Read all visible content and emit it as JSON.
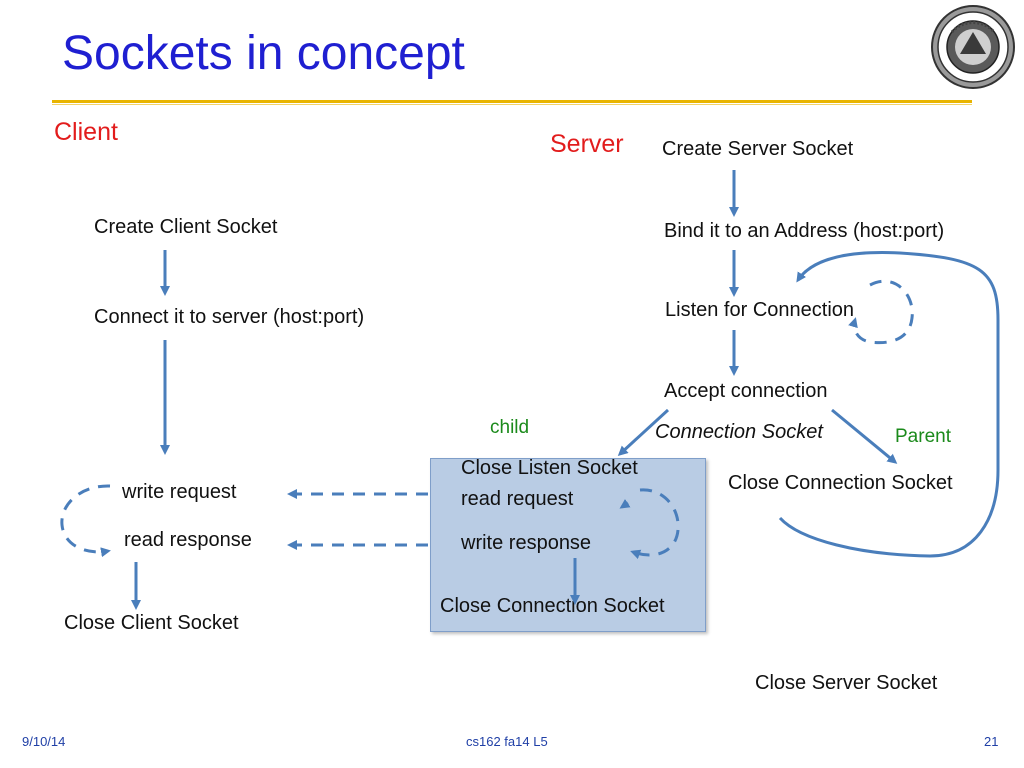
{
  "slide": {
    "title": "Sockets in concept",
    "page_number": "21",
    "footer_date": "9/10/14",
    "footer_course": "cs162 fa14 L5"
  },
  "client": {
    "heading": "Client",
    "create": "Create Client Socket",
    "connect": "Connect it to server (host:port)",
    "write": "write request",
    "read": "read response",
    "close": "Close Client Socket"
  },
  "server": {
    "heading": "Server",
    "create": "Create Server Socket",
    "bind": "Bind it to an Address (host:port)",
    "listen": "Listen for Connection",
    "accept": "Accept connection",
    "conn_socket": "Connection Socket",
    "child_label": "child",
    "parent_label": "Parent",
    "parent_close": "Close Connection Socket",
    "close_server": "Close Server Socket"
  },
  "child_process": {
    "close_listen": "Close Listen Socket",
    "read": "read request",
    "write": "write response",
    "close": "Close Connection Socket"
  },
  "colors": {
    "title": "#1f1fd1",
    "heading": "#e21c1c",
    "arrow": "#4a7ebb",
    "rule": "#e8b400",
    "child_box": "#b9cce4",
    "label_green": "#1b8a1b"
  },
  "icons": [
    "university-seal-icon"
  ]
}
